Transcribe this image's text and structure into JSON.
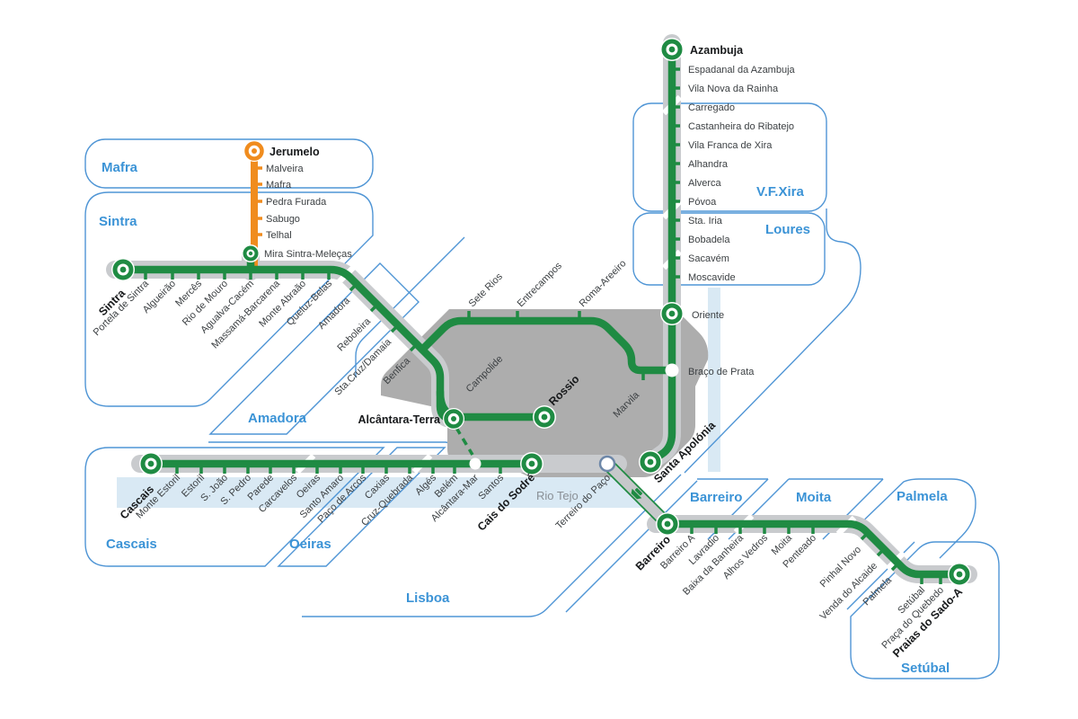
{
  "map": {
    "type": "transit-diagram",
    "colors": {
      "line_green": "#1f8b43",
      "line_orange": "#f08c1e",
      "corridor_grey": "#c9cbce",
      "lisbon_fill": "#adadad",
      "river_blue": "#d9e9f4",
      "region_stroke": "#4f95d5",
      "region_label_blue": "#3b93d6",
      "ferry_ring": "#6d87a8"
    },
    "labels": {
      "river": "Rio Tejo"
    }
  },
  "regions": {
    "mafra": "Mafra",
    "sintra": "Sintra",
    "amadora": "Amadora",
    "cascais": "Cascais",
    "oeiras": "Oeiras",
    "lisboa": "Lisboa",
    "vfxira": "V.F.Xira",
    "loures": "Loures",
    "barreiro": "Barreiro",
    "moita": "Moita",
    "palmela": "Palmela",
    "setubal": "Setúbal"
  },
  "lines": {
    "azambuja": {
      "stations": [
        "Azambuja",
        "Espadanal da Azambuja",
        "Vila Nova da Rainha",
        "Carregado",
        "Castanheira do Ribatejo",
        "Vila Franca de Xira",
        "Alhandra",
        "Alverca",
        "Póvoa",
        "Sta. Iria",
        "Bobadela",
        "Sacavém",
        "Moscavide",
        "Oriente",
        "Braço de Prata",
        "Santa Apolónia"
      ]
    },
    "oeste": {
      "stations": [
        "Jerumelo",
        "Malveira",
        "Mafra",
        "Pedra Furada",
        "Sabugo",
        "Telhal",
        "Mira Sintra-Meleças"
      ]
    },
    "sintra": {
      "stations": [
        "Sintra",
        "Portela de Sintra",
        "Algueirão",
        "Mercês",
        "Rio de Mouro",
        "Agualva-Cacém",
        "Massamá-Barcarena",
        "Monte Abraão",
        "Queluz-Belas",
        "Amadora",
        "Reboleira",
        "Sta.Cruz/Damaia",
        "Benfica"
      ]
    },
    "cintura": {
      "stations": [
        "Sete Rios",
        "Entrecampos",
        "Roma-Areeiro",
        "Campolide",
        "Marvila",
        "Rossio",
        "Alcântara-Terra"
      ]
    },
    "cascais": {
      "stations": [
        "Cascais",
        "Monte Estoril",
        "Estoril",
        "S. João",
        "S. Pedro",
        "Parede",
        "Carcavelos",
        "Oeiras",
        "Santo Amaro",
        "Paço de Arcos",
        "Caxias",
        "Cruz-Quebrada",
        "Algés",
        "Belém",
        "Alcântara-Mar",
        "Santos",
        "Cais do Sodré"
      ]
    },
    "sado": {
      "stations": [
        "Barreiro",
        "Barreiro A",
        "Lavradio",
        "Baixa da Banheira",
        "Alhos Vedros",
        "Moita",
        "Penteado",
        "Pinhal Novo",
        "Venda do Alcaide",
        "Palmela",
        "Setúbal",
        "Praça do Quebedo",
        "Praias do Sado-A"
      ]
    },
    "ferry": {
      "stations": [
        "Terreiro do Paço"
      ]
    }
  }
}
